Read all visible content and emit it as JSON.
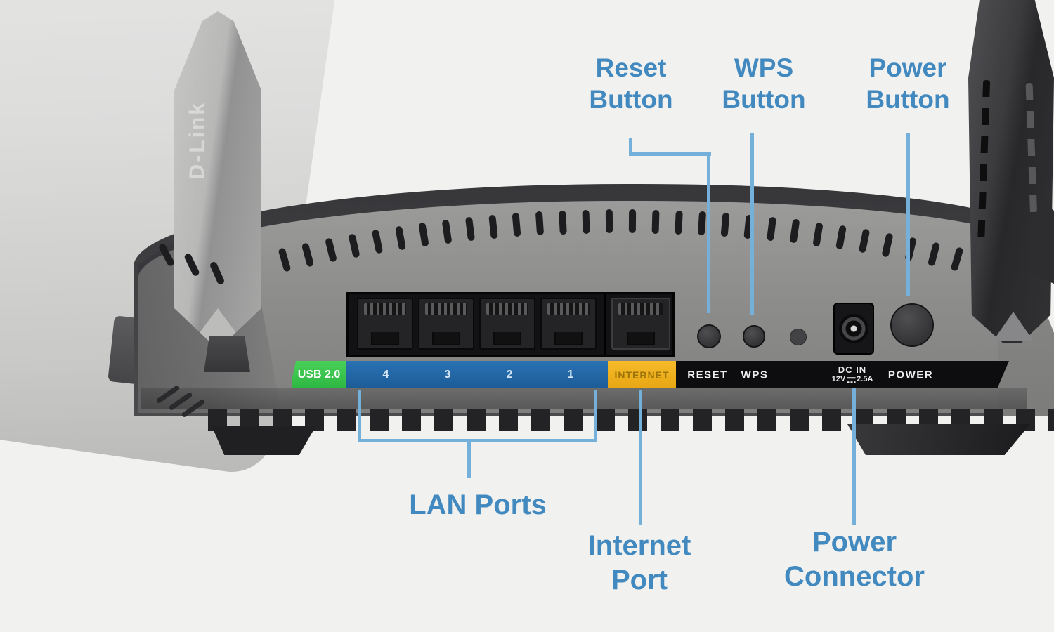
{
  "callouts": {
    "reset_button": {
      "line1": "Reset",
      "line2": "Button"
    },
    "wps_button": {
      "line1": "WPS",
      "line2": "Button"
    },
    "power_button": {
      "line1": "Power",
      "line2": "Button"
    },
    "lan_ports": {
      "label": "LAN Ports"
    },
    "internet_port": {
      "line1": "Internet",
      "line2": "Port"
    },
    "power_connector": {
      "line1": "Power",
      "line2": "Connector"
    }
  },
  "rear_panel": {
    "usb_label": "USB 2.0",
    "lan_numbers": [
      "4",
      "3",
      "2",
      "1"
    ],
    "internet_label": "INTERNET",
    "reset_label": "RESET",
    "wps_label": "WPS",
    "dc_in_label": "DC IN",
    "dc_in_volts": "12V",
    "dc_in_amps": "2.5A",
    "power_label": "POWER"
  },
  "brand": {
    "antenna_logo": "D-Link"
  },
  "colors": {
    "callout_text": "#4289bf",
    "callout_line": "#74b0da",
    "usb_tab_green": "#3cc24e",
    "lan_strip_blue": "#2268a8",
    "internet_tab_orange": "#f0ad1c",
    "label_strip_black": "#0d0d0f"
  }
}
